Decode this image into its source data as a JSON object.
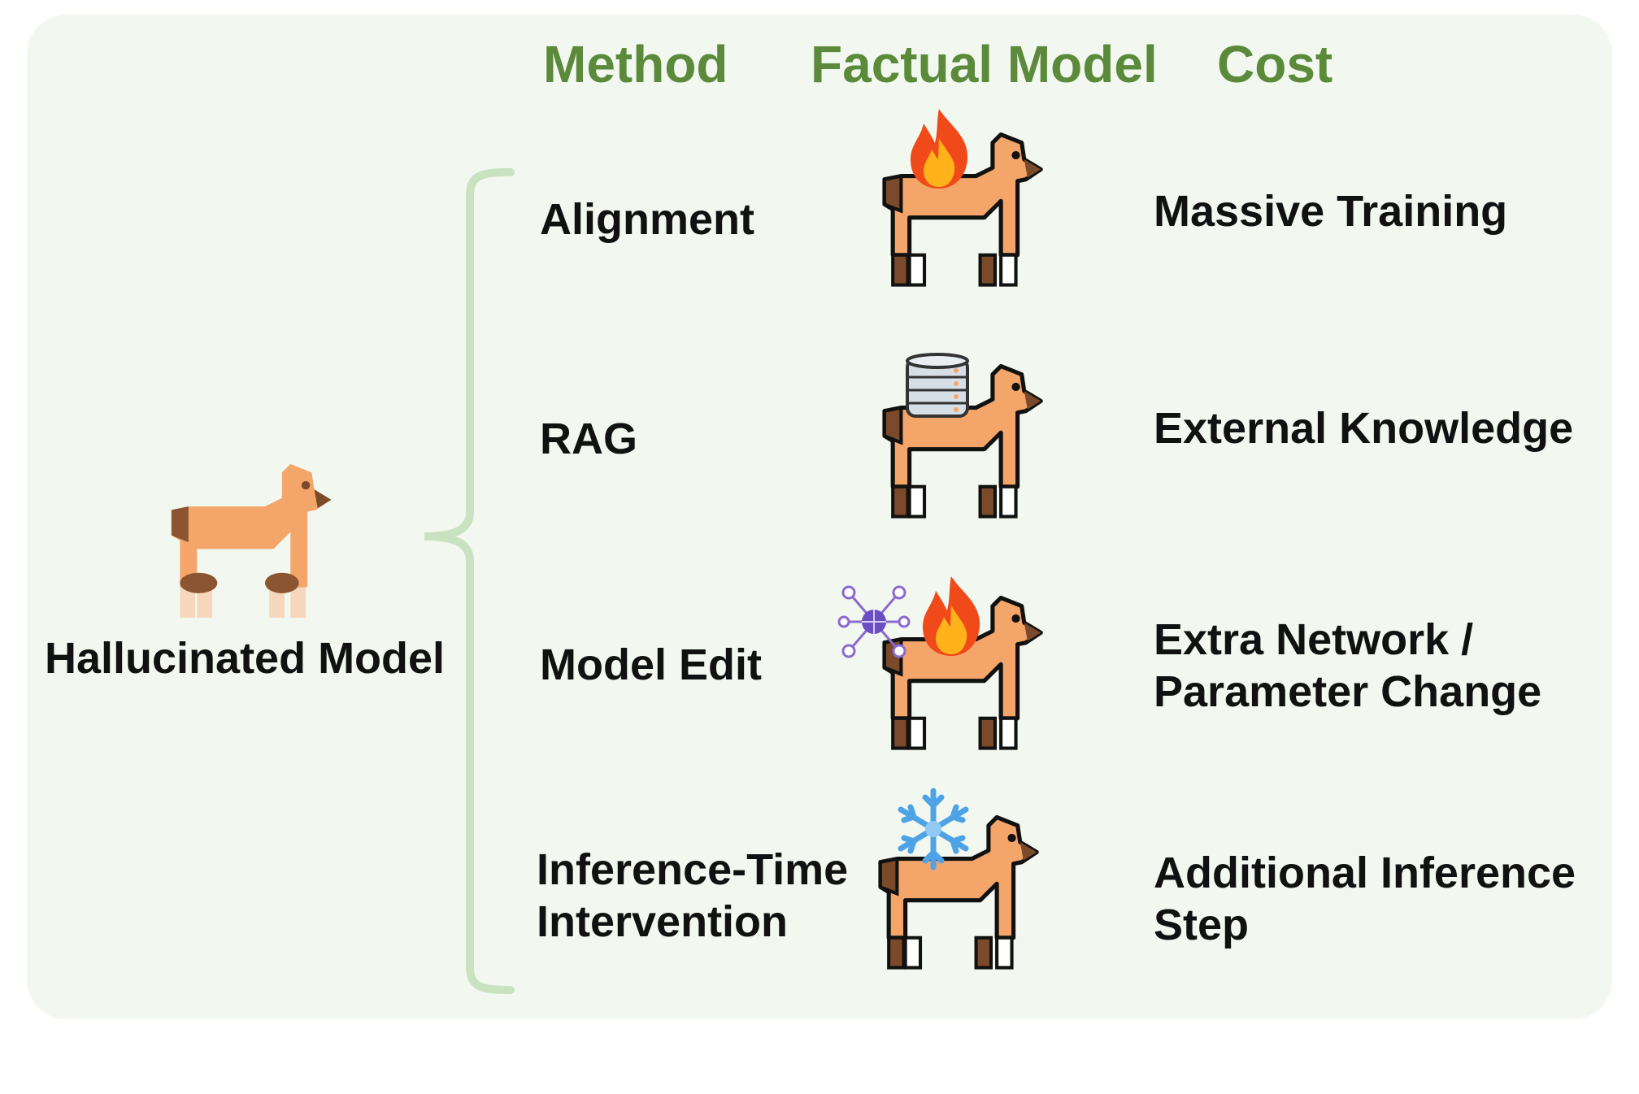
{
  "headers": {
    "method": "Method",
    "factual_model": "Factual Model",
    "cost": "Cost"
  },
  "source_label": "Hallucinated Model",
  "rows": [
    {
      "method": [
        "Alignment"
      ],
      "cost": [
        "Massive  Training"
      ],
      "badges": [
        "fire-icon"
      ]
    },
    {
      "method": [
        "RAG"
      ],
      "cost": [
        "External  Knowledge"
      ],
      "badges": [
        "database-icon"
      ]
    },
    {
      "method": [
        "Model Edit"
      ],
      "cost": [
        "Extra Network /",
        "Parameter Change"
      ],
      "badges": [
        "network-icon",
        "fire-icon"
      ]
    },
    {
      "method": [
        "Inference-Time",
        "Intervention"
      ],
      "cost": [
        "Additional Inference",
        "Step"
      ],
      "badges": [
        "snowflake-icon"
      ]
    }
  ],
  "colors": {
    "header": "#5b8a3a",
    "brace": "#c9e2bf",
    "llama_body": "#f4a66a",
    "llama_dark": "#7a4a2a",
    "panel": "#f2f8f0"
  }
}
